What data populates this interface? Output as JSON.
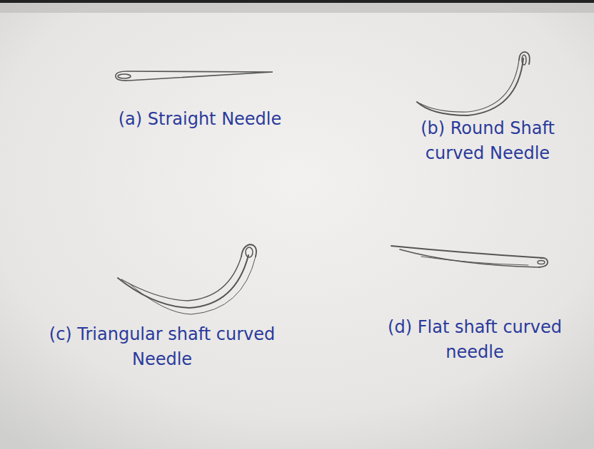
{
  "diagram": {
    "labels": [
      "(a) Straight Needle",
      "(b) Round Shaft curved Needle",
      "(c) Triangular shaft curved Needle",
      "(d) Flat shaft curved needle"
    ]
  }
}
